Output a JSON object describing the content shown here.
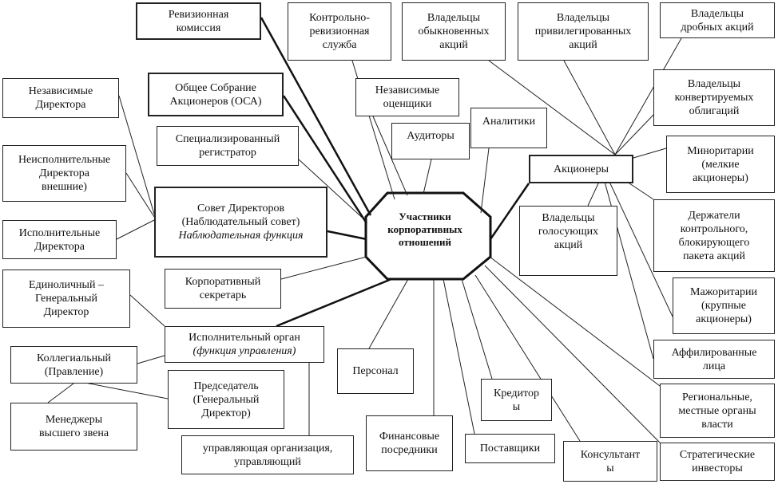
{
  "center": {
    "label": "Участники\nкорпоративных\nотношений"
  },
  "nodes": {
    "revizionnaya": "Ревизионная\nкомиссия",
    "krs": "Контрольно-\nревизионная\nслужба",
    "obyknovennye": "Владельцы\nобыкновенных\nакций",
    "privilegirovannye": "Владельцы\nпривилегированных\nакций",
    "drobnye": "Владельцы\nдробных акций",
    "nezavisimye_direktora": "Независимые\nДиректора",
    "osa": "Общее Собрание\nАкционеров (ОСА)",
    "nezavisimye_ocenshchiki": "Независимые\nоценщики",
    "konvertiruemye": "Владельцы\nконвертируемых\nоблигаций",
    "analitiki": "Аналитики",
    "auditory": "Аудиторы",
    "spec_registrator": "Специализированный\nрегистратор",
    "neispolnitelnye": "Неисполнительные\nДиректора\nвнешние)",
    "aktsionery": "Акционеры",
    "minoritarii": "Миноритарии\n(мелкие\nакционеры)",
    "sovet_title": "Совет Директоров\n(Наблюдательный совет)",
    "sovet_func": "Наблюдательная функция",
    "golosuyushchie": "Владельцы\nголосующих\nакций",
    "derzhateli": "Держатели\nконтрольного,\nблокирующего\nпакета акций",
    "ispolnitelnye_direktora": "Исполнительные\nДиректора",
    "edinolichny": "Единоличный –\nГенеральный\nДиректор",
    "korp_sekretar": "Корпоративный\nсекретарь",
    "mazhoritarii": "Мажоритарии\n(крупные\nакционеры)",
    "isp_organ_title": "Исполнительный орган",
    "isp_organ_func": "(функция управления)",
    "kollegialny": "Коллегиальный\n(Правление)",
    "affilirovannye": "Аффилированные\nлица",
    "personal": "Персонал",
    "predsedatel": "Председатель\n(Генеральный\nДиректор)",
    "kreditory": "Кредитор\nы",
    "regionalnye": "Региональные,\nместные органы\nвласти",
    "menedzhery": "Менеджеры\nвысшего звена",
    "finansovye": "Финансовые\nпосредники",
    "upravl_org": "управляющая организация,\nуправляющий",
    "postavshchiki": "Поставщики",
    "konsultanty": "Консультант\nы",
    "strategicheskie": "Стратегические\nинвесторы"
  }
}
